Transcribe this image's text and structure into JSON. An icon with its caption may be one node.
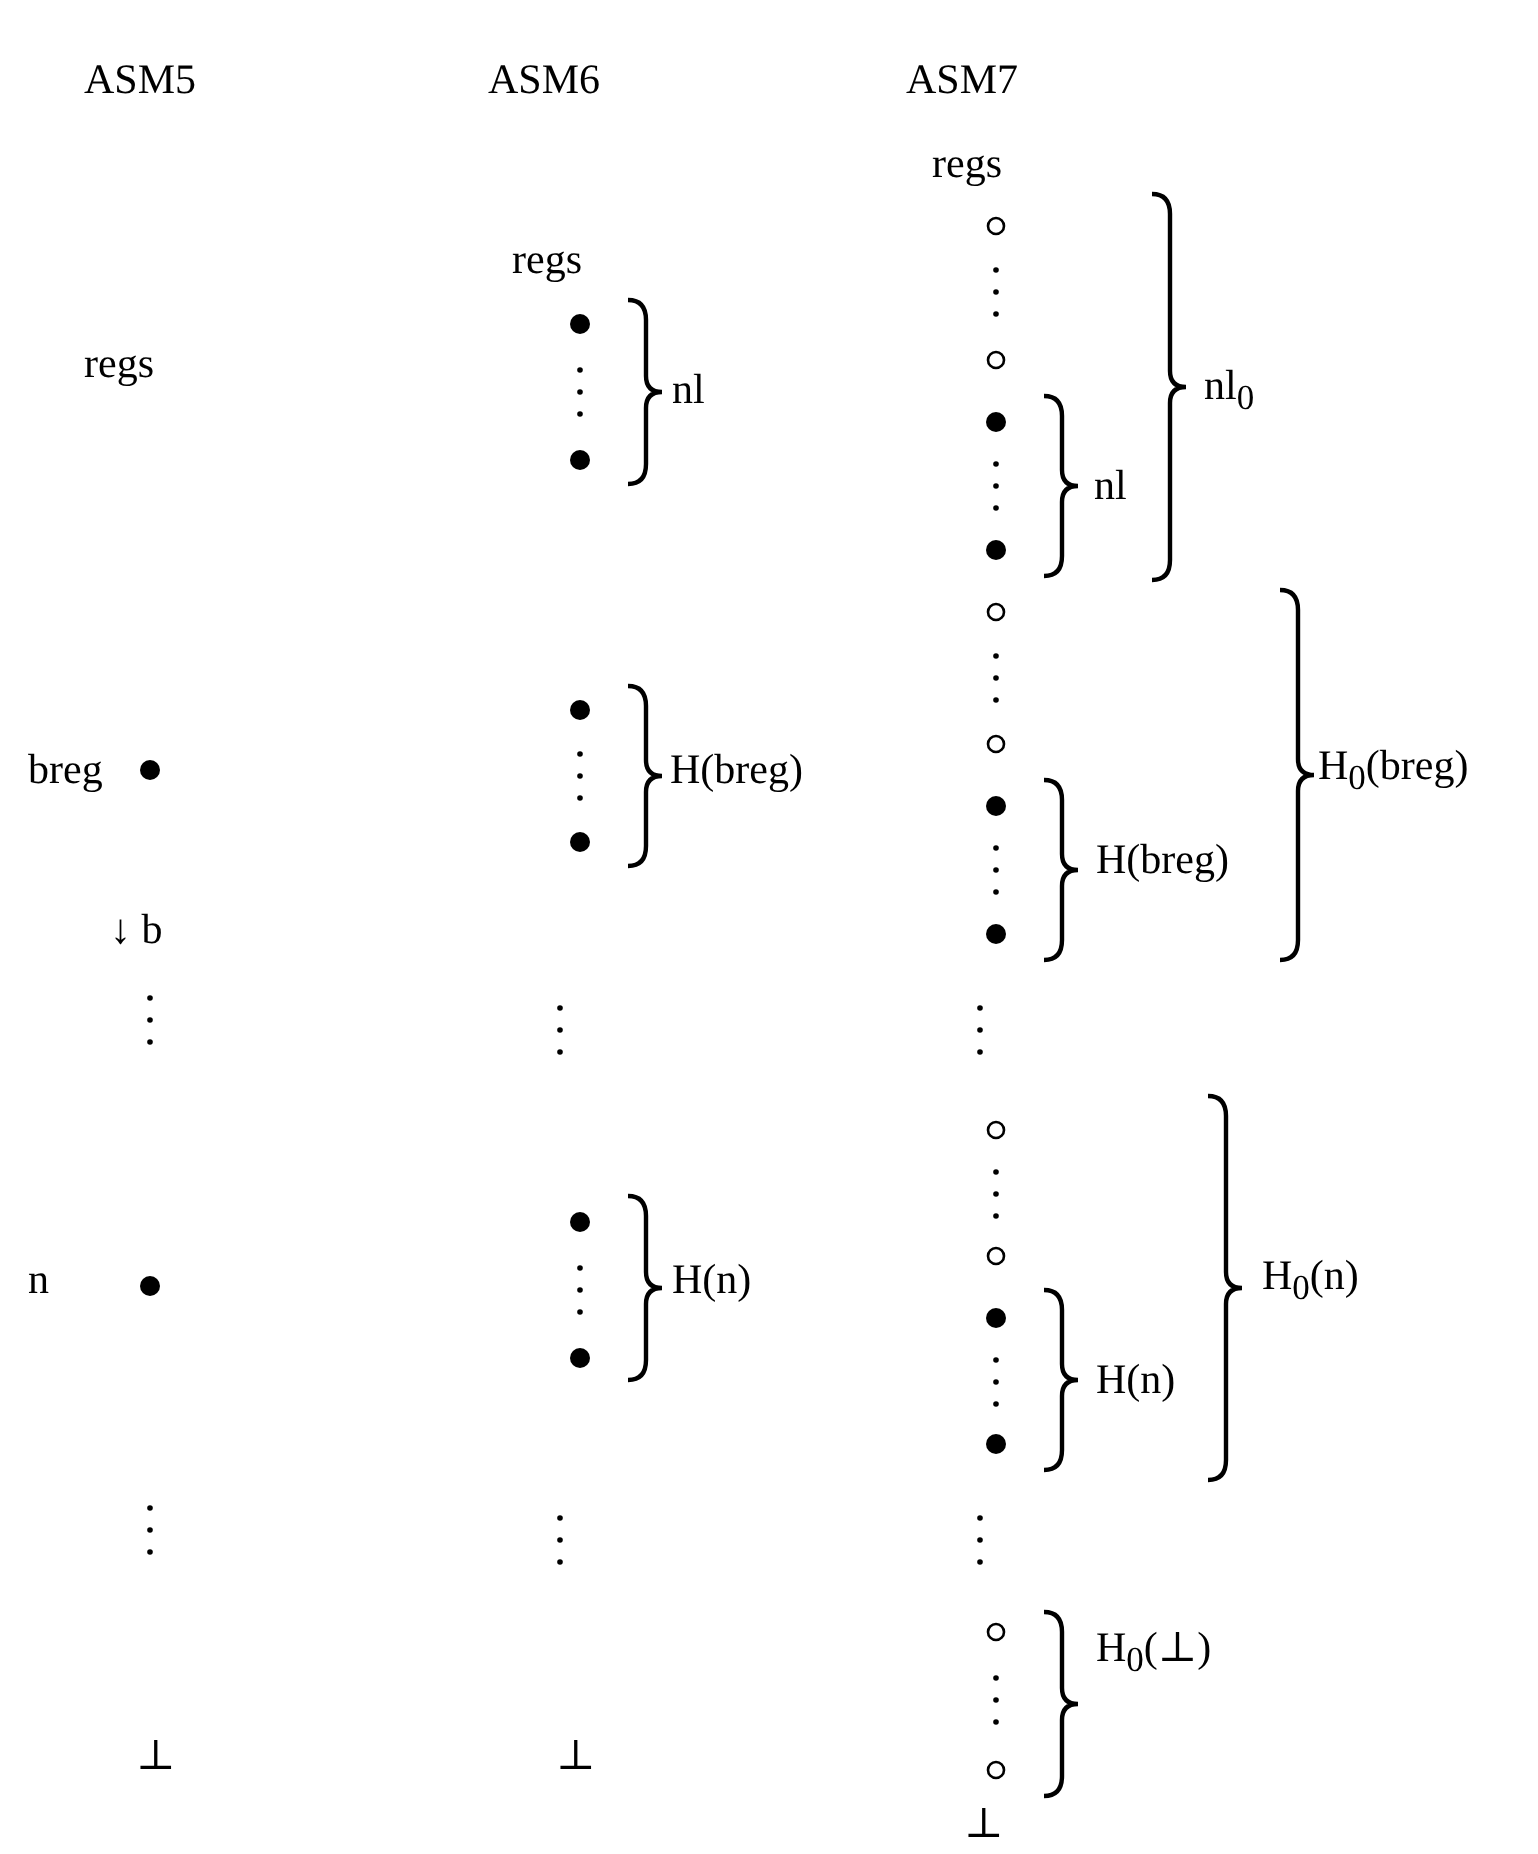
{
  "diagram": {
    "labels": [
      "ASM5",
      "ASM6",
      "ASM7",
      "regs",
      "regs",
      "regs",
      "nl",
      "nl$_{0}$",
      "nl",
      "breg",
      "H(breg)",
      "H$_{0}$(breg)",
      "H(breg)",
      "↓ b",
      "n",
      "H(n)",
      "H$_{0}$(n)",
      "H(n)",
      "H$_{0}$(⊥)",
      "⊥",
      "⊥",
      "⊥"
    ]
  }
}
